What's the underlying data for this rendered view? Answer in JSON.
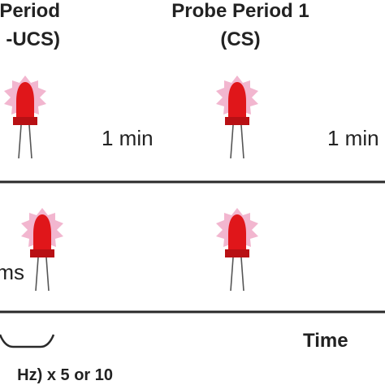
{
  "headers": {
    "left_line1": "g Period",
    "left_line2": "-UCS)",
    "probe_line1": "Probe Period 1",
    "probe_line2": "(CS)"
  },
  "durations": {
    "left": "1 min",
    "right": "1 min"
  },
  "stimulus_label": "ms",
  "axis_label": "Time",
  "repeat_label": "Hz) x 5 or 10",
  "colors": {
    "led_body": "#e0161a",
    "led_base": "#b81014",
    "led_glow": "#f2b6cf",
    "line": "#2a2a2a"
  }
}
